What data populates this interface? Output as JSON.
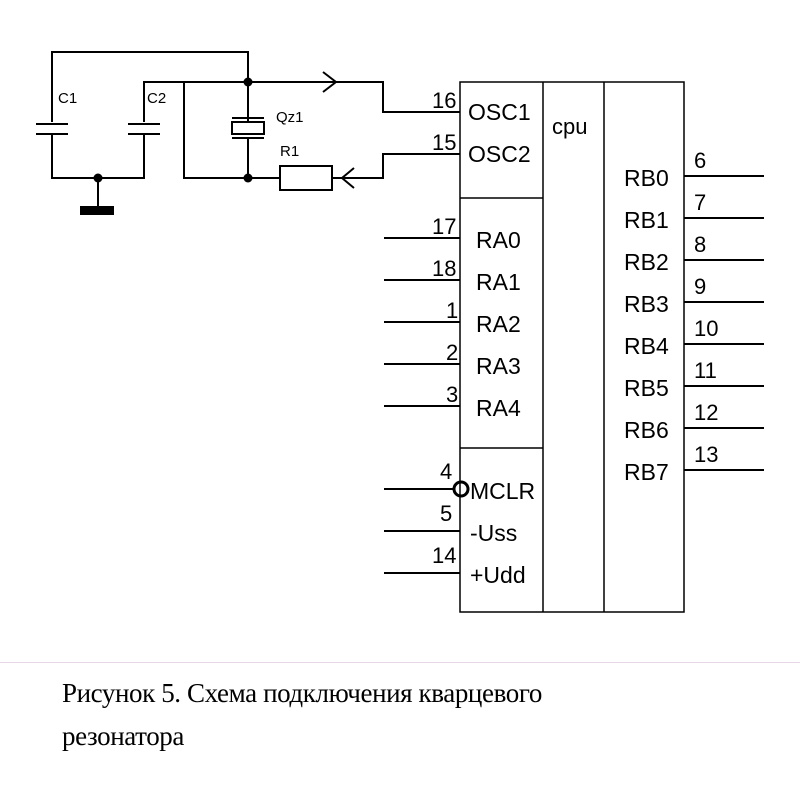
{
  "components": {
    "c1": "C1",
    "c2": "C2",
    "qz1": "Qz1",
    "r1": "R1",
    "cpu": "cpu"
  },
  "osc_pins": [
    {
      "num": "16",
      "name": "OSC1"
    },
    {
      "num": "15",
      "name": "OSC2"
    }
  ],
  "porta_pins": [
    {
      "num": "17",
      "name": "RA0"
    },
    {
      "num": "18",
      "name": "RA1"
    },
    {
      "num": "1",
      "name": "RA2"
    },
    {
      "num": "2",
      "name": "RA3"
    },
    {
      "num": "3",
      "name": "RA4"
    }
  ],
  "power_pins": [
    {
      "num": "4",
      "name": "MCLR"
    },
    {
      "num": "5",
      "name": "-Uss"
    },
    {
      "num": "14",
      "name": "+Udd"
    }
  ],
  "portb_pins": [
    {
      "num": "6",
      "name": "RB0"
    },
    {
      "num": "7",
      "name": "RB1"
    },
    {
      "num": "8",
      "name": "RB2"
    },
    {
      "num": "9",
      "name": "RB3"
    },
    {
      "num": "10",
      "name": "RB4"
    },
    {
      "num": "11",
      "name": "RB5"
    },
    {
      "num": "12",
      "name": "RB6"
    },
    {
      "num": "13",
      "name": "RB7"
    }
  ],
  "caption": {
    "line1": "Рисунок 5. Схема подключения кварцевого",
    "line2": "резонатора"
  }
}
